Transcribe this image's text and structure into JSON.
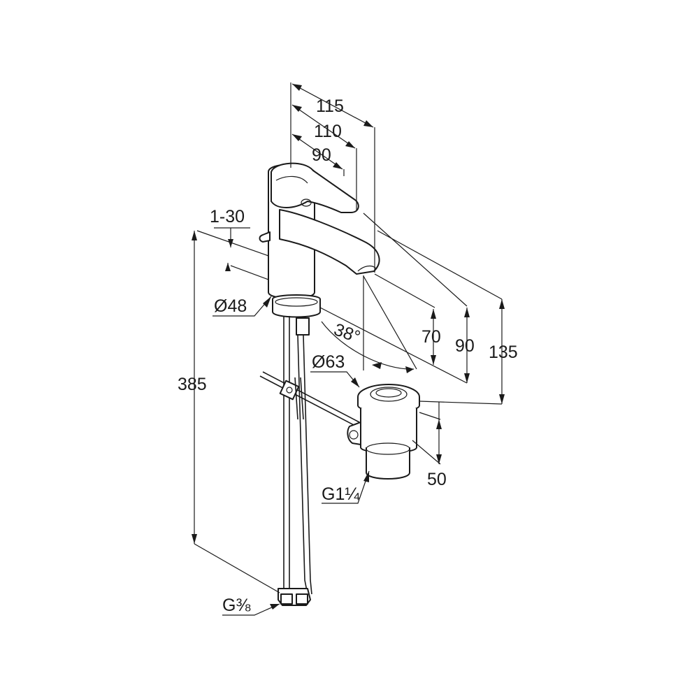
{
  "diagram": {
    "dimensions": {
      "d115": "115",
      "d110": "110",
      "d90_top": "90",
      "d1_30": "1-30",
      "d48": "Ø48",
      "d38": "38°",
      "d70": "70",
      "d90_right": "90",
      "d135": "135",
      "d63": "Ø63",
      "d385": "385",
      "d50": "50",
      "g1_1_4": "G1¼",
      "g3_8": "G⅜"
    }
  }
}
